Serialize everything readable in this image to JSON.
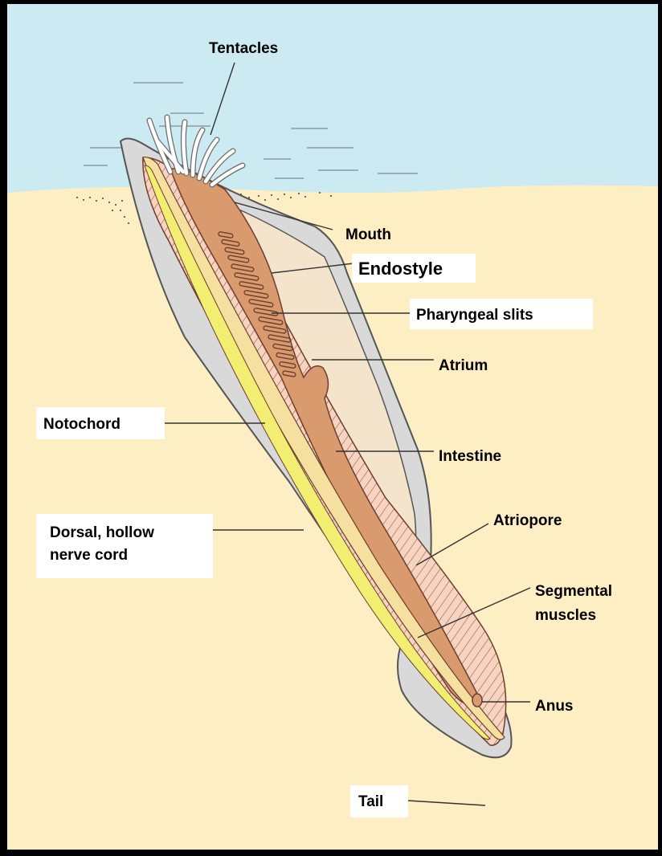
{
  "labels": {
    "tentacles": "Tentacles",
    "mouth": "Mouth",
    "endostyle": "Endostyle",
    "pharyngeal_slits": "Pharyngeal slits",
    "atrium": "Atrium",
    "notochord": "Notochord",
    "intestine": "Intestine",
    "dorsal_nerve_cord_line1": "Dorsal, hollow",
    "dorsal_nerve_cord_line2": "nerve cord",
    "atriopore": "Atriopore",
    "segmental_muscles_line1": "Segmental",
    "segmental_muscles_line2": "muscles",
    "anus": "Anus",
    "tail": "Tail"
  },
  "colors": {
    "frame": "#000000",
    "water": "#cbeaf1",
    "sand": "#fdeec4",
    "sediment": "#3a3a3a",
    "sheath": "#d9d9d9",
    "atrium_fill": "#f4e4cc",
    "muscle": "#f7d3c0",
    "pharynx": "#d99a6e",
    "notochord": "#f6e0a0",
    "nerve_cord": "#f2ee72",
    "label_box": "#ffffff",
    "leader": "#333333"
  }
}
